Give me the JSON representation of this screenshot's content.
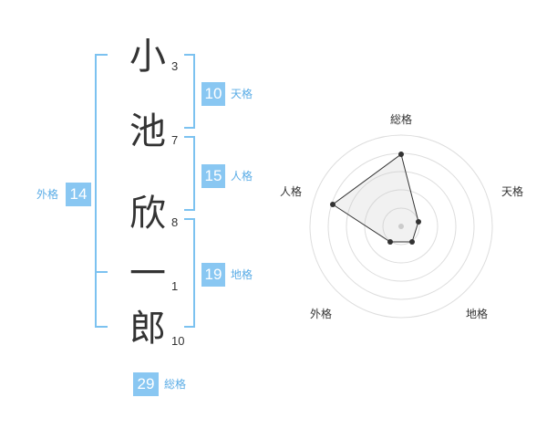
{
  "name_chars": [
    {
      "char": "小",
      "strokes": "3"
    },
    {
      "char": "池",
      "strokes": "7"
    },
    {
      "char": "欣",
      "strokes": "8"
    },
    {
      "char": "一",
      "strokes": "1"
    },
    {
      "char": "郎",
      "strokes": "10"
    }
  ],
  "fortunes": {
    "tenkaku": {
      "value": "10",
      "label": "天格"
    },
    "jinkaku": {
      "value": "15",
      "label": "人格"
    },
    "chikaku": {
      "value": "19",
      "label": "地格"
    },
    "gaikaku": {
      "value": "14",
      "label": "外格"
    },
    "soukaku": {
      "value": "29",
      "label": "総格"
    }
  },
  "radar": {
    "labels": {
      "top": "総格",
      "right": "天格",
      "bottom_right": "地格",
      "bottom_left": "外格",
      "left": "人格"
    }
  },
  "colors": {
    "bracket": "#7cc2f0",
    "badge": "#89c7f2",
    "badge_label": "#5aace6"
  }
}
